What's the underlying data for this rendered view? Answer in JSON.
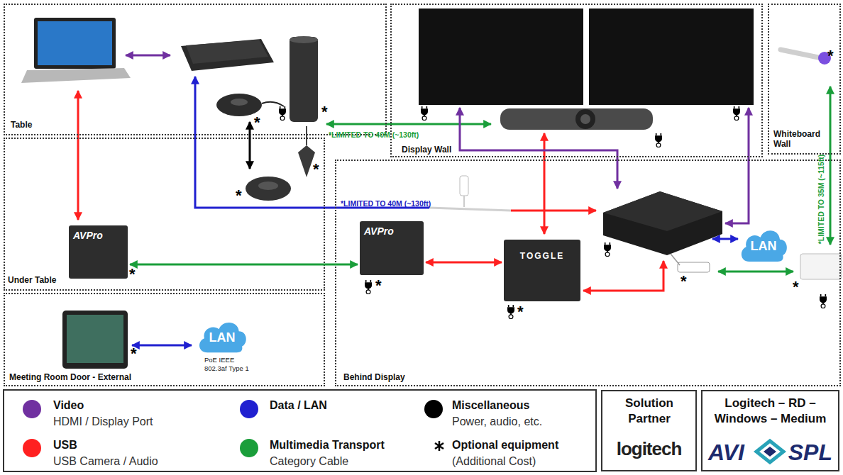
{
  "diagram": {
    "nodes": [
      {
        "text": [
          "Table"
        ]
      },
      {
        "text": [
          "Display Wall"
        ]
      },
      {
        "text": [
          "Whiteboard Wall"
        ]
      },
      {
        "text": [
          "Under Table"
        ]
      },
      {
        "text": [
          "AVPro"
        ],
        "in": 3
      },
      {
        "text": [
          "Behind Display"
        ]
      },
      {
        "text": [
          "AVPro"
        ],
        "in": 5
      },
      {
        "text": [
          "TOGGLE"
        ],
        "in": 5
      },
      {
        "text": [
          "LAN"
        ],
        "in": 5
      },
      {
        "text": [
          "Meeting Room Door - External"
        ]
      },
      {
        "text": [
          "LAN",
          "PoE IEEE 802.3af Type 1"
        ],
        "in": 9
      },
      {
        "text": [
          "Solution Partner",
          "logitech"
        ]
      },
      {
        "text": [
          "Logitech – RD – Windows – Medium",
          "AVI",
          "SPL"
        ]
      }
    ],
    "edges": [
      {
        "from": 4,
        "to": 6,
        "arrow": "both"
      },
      {
        "from": 6,
        "to": 7,
        "arrow": "both"
      }
    ],
    "labels": [
      "*LIMITED TO 40M (~130ft)",
      "*LIMITED TO 40M (~130ft)",
      "*LIMITED TO 35M (~115ft)",
      "*",
      "*",
      "*",
      "*",
      "*",
      "*",
      "*",
      "*",
      "*",
      "*",
      "*",
      "HDMI / Display Port",
      "USB Camera / Audio",
      "Power, audio, etc.",
      "Category Cable",
      "(Additional Cost)"
    ],
    "legend": [
      {
        "text": "Video",
        "color": "#7030a0"
      },
      {
        "text": "Data / LAN",
        "color": "#2020d0"
      },
      {
        "text": "Miscellaneous",
        "color": "#000000"
      },
      {
        "text": "USB",
        "color": "#ff2020"
      },
      {
        "text": "Multimedia Transport",
        "color": "#1a9e3a"
      },
      {
        "text": "Optional equipment"
      }
    ]
  }
}
